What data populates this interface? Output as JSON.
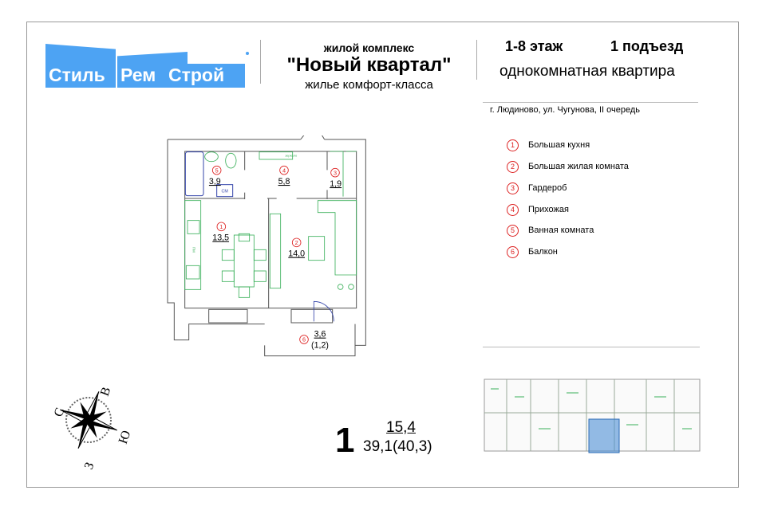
{
  "logo": {
    "part1": "Стиль",
    "part2": "Рем",
    "part3": "Строй"
  },
  "header": {
    "complex_label": "жилой комплекс",
    "complex_name": "\"Новый квартал\"",
    "complex_class": "жилье комфорт-класса",
    "floors": "1-8 этаж",
    "entrance": "1 подъезд",
    "apartment_type": "однокомнатная квартира",
    "address": "г. Людиново, ул. Чугунова, II очередь"
  },
  "legend": [
    {
      "num": "1",
      "label": "Большая кухня"
    },
    {
      "num": "2",
      "label": "Большая жилая комната"
    },
    {
      "num": "3",
      "label": "Гардероб"
    },
    {
      "num": "4",
      "label": "Прихожая"
    },
    {
      "num": "5",
      "label": "Ванная комната"
    },
    {
      "num": "6",
      "label": "Балкон"
    }
  ],
  "plan": {
    "rooms": [
      {
        "num": "1",
        "area": "13,5"
      },
      {
        "num": "2",
        "area": "14,0"
      },
      {
        "num": "3",
        "area": "1,9"
      },
      {
        "num": "4",
        "area": "5,8"
      },
      {
        "num": "5",
        "area": "3,9"
      },
      {
        "num": "6",
        "area": "3,6",
        "sub": "(1,2)"
      }
    ],
    "labels": {
      "mirror": "зеркало",
      "washer": "СМ",
      "dishwasher": "ПМ"
    }
  },
  "compass": {
    "n": "С",
    "e": "В",
    "s": "Ю",
    "w": "З"
  },
  "summary": {
    "rooms": "1",
    "living_area": "15,4",
    "total_area": "39,1(40,3)"
  },
  "colors": {
    "logo": "#4da3f3",
    "marker": "#dd2222",
    "furniture": "#3bb05a",
    "plumbing": "#3344aa",
    "highlight": "#4d8fd6"
  }
}
